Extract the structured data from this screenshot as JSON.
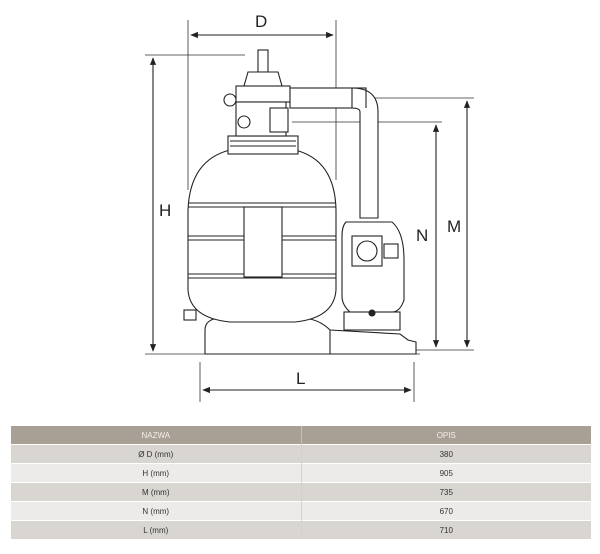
{
  "dimensions": {
    "d": "D",
    "h": "H",
    "n": "N",
    "m": "M",
    "l": "L"
  },
  "table": {
    "headers": [
      "NAZWA",
      "OPIS"
    ],
    "rows": [
      [
        "Ø D (mm)",
        "380"
      ],
      [
        "H (mm)",
        "905"
      ],
      [
        "M (mm)",
        "735"
      ],
      [
        "N (mm)",
        "670"
      ],
      [
        "L (mm)",
        "710"
      ]
    ]
  }
}
